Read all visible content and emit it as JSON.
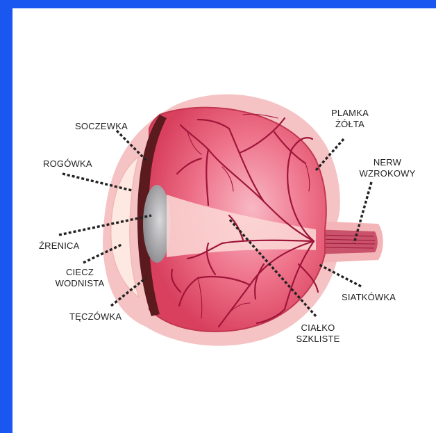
{
  "colors": {
    "frame": "#1a56f0",
    "background": "#ffffff",
    "sclera": "#f4b5b8",
    "eyeball": "#e8506b",
    "vessels": "#9e1539",
    "lens": "#a9a9ab",
    "cornea": "#fbe3dc",
    "leader": "#222222"
  },
  "labels": {
    "soczewka": "SOCZEWKA",
    "rogowka": "ROGÓWKA",
    "zrenica": "ŹRENICA",
    "ciecz_line1": "CIECZ",
    "ciecz_line2": "WODNISTA",
    "teczowka": "TĘCZÓWKA",
    "plamka_line1": "PLAMKA",
    "plamka_line2": "ŻÓŁTA",
    "nerw_line1": "NERW",
    "nerw_line2": "WZROKOWY",
    "siatkowka": "SIATKÓWKA",
    "cialko_line1": "CIAŁKO",
    "cialko_line2": "SZKLISTE"
  }
}
